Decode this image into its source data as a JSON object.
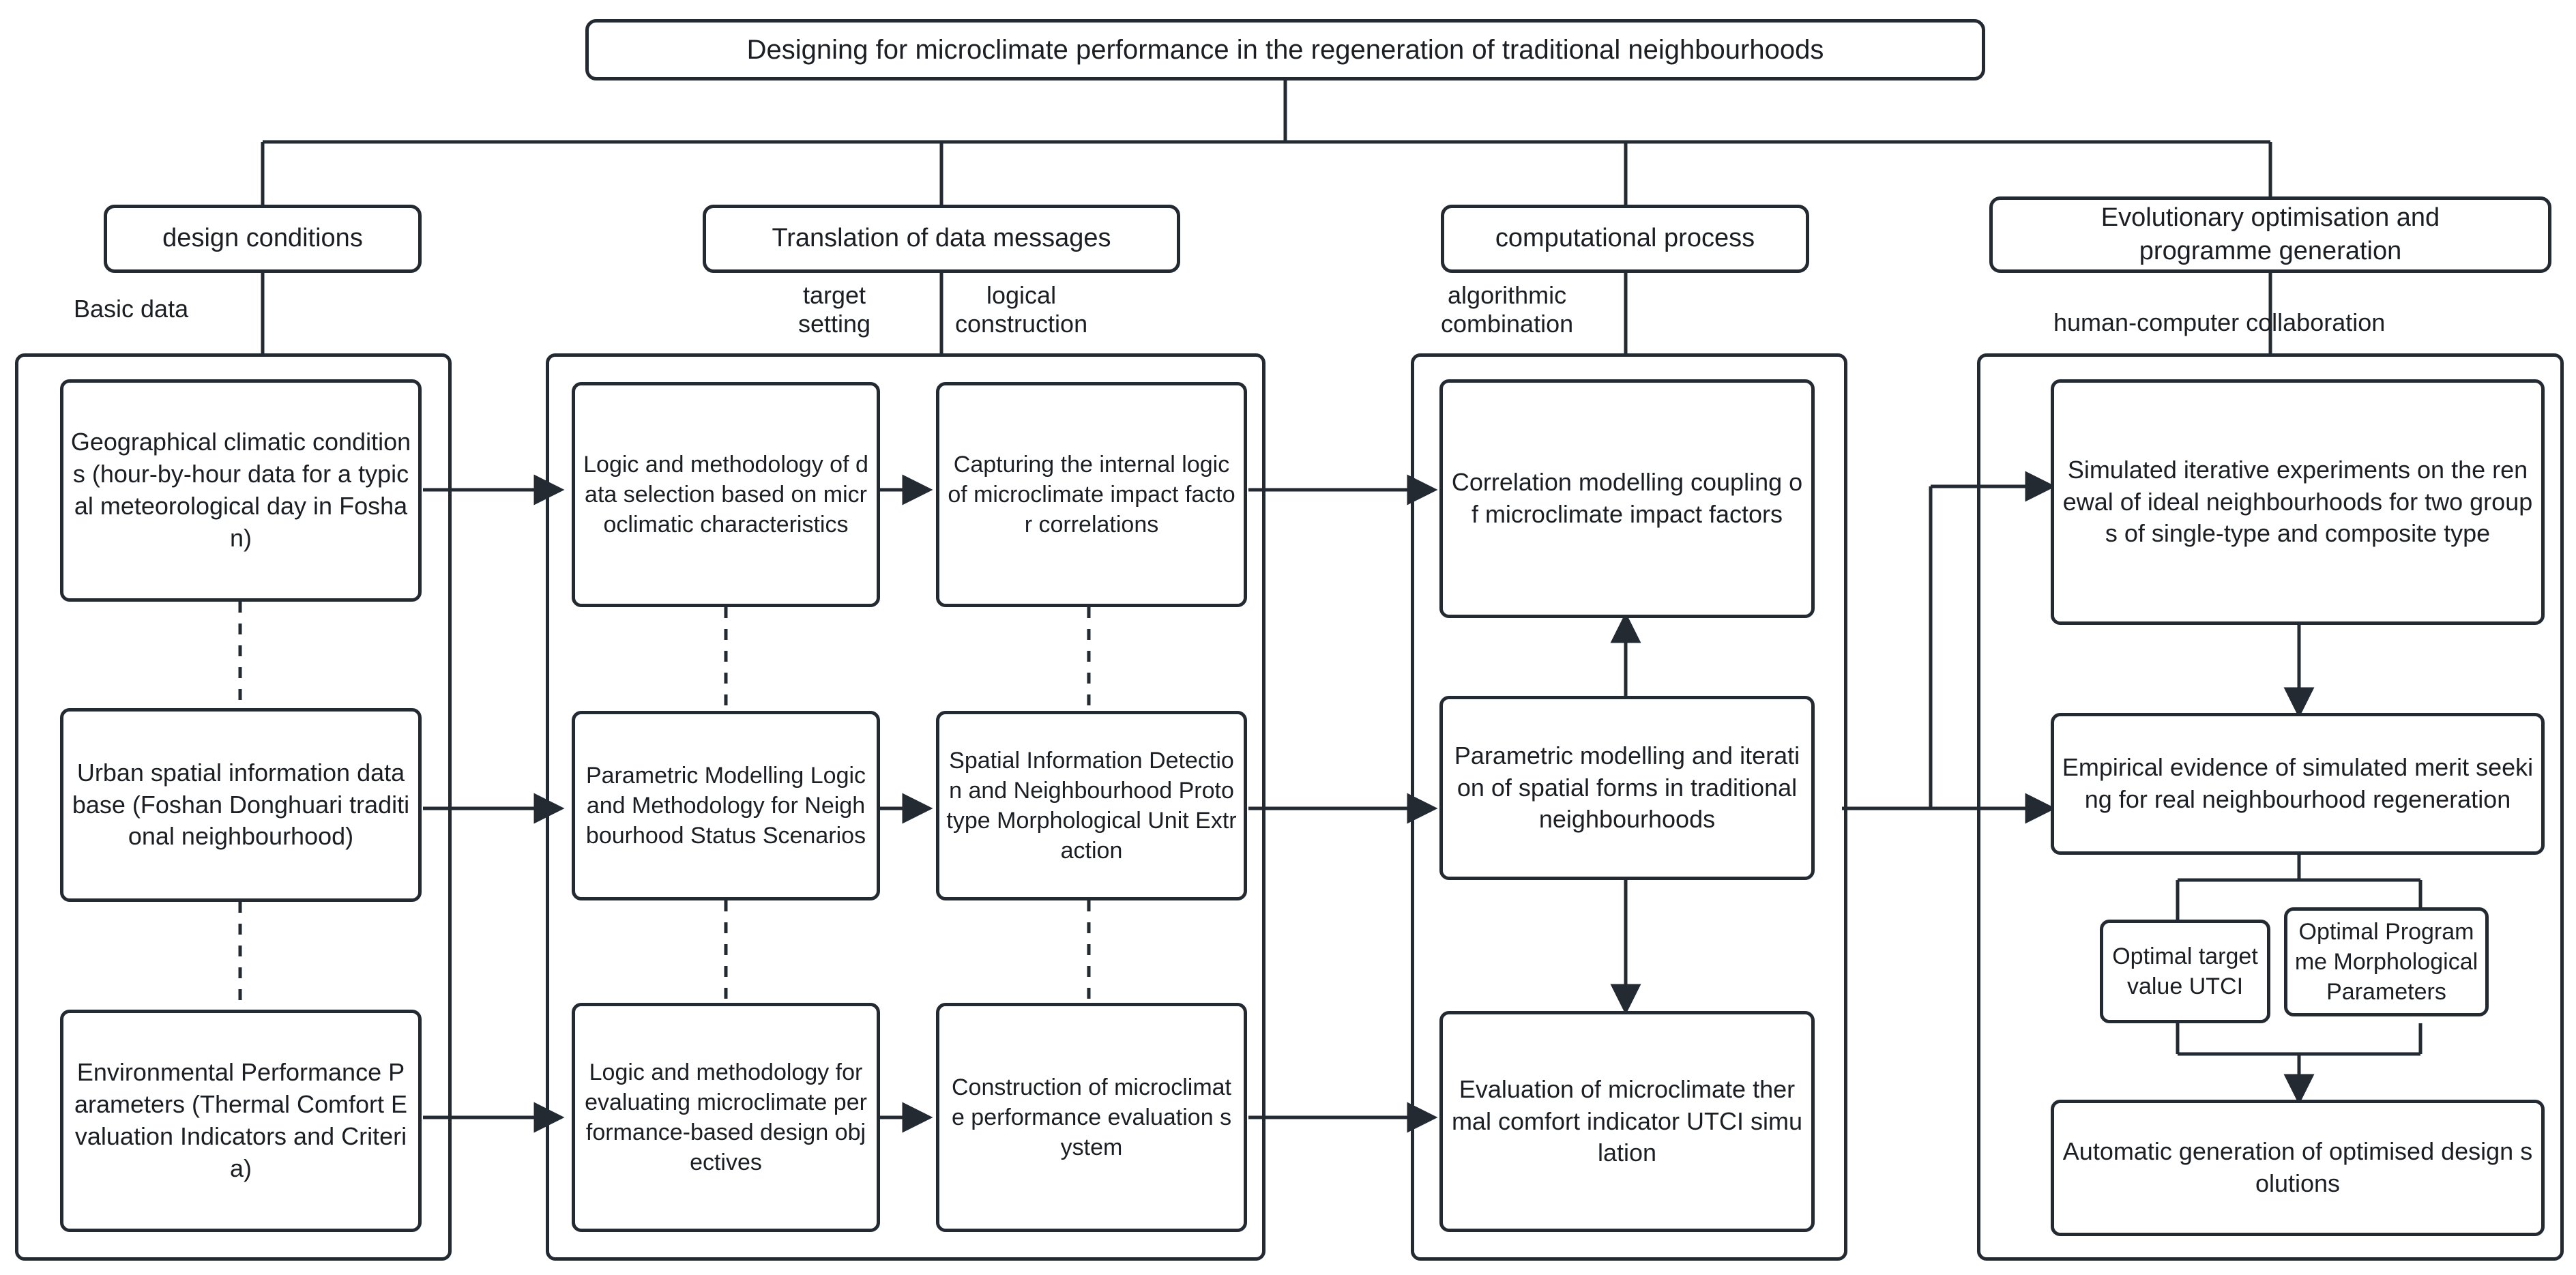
{
  "diagram": {
    "title": "Designing for microclimate performance in the regeneration of traditional neighbourhoods",
    "type": "flowchart",
    "accent_color": "#232a31",
    "background_color": "#ffffff"
  },
  "columns": [
    {
      "header": "design conditions",
      "captions": [
        "Basic data"
      ],
      "nodes": [
        "Geographical climatic conditions (hour-by-hour data for a typical meteorological day in Foshan)",
        "Urban spatial information database (Foshan Donghuari traditional neighbourhood)",
        "Environmental Performance Parameters (Thermal Comfort Evaluation Indicators and Criteria)"
      ]
    },
    {
      "header": "Translation of data messages",
      "captions": [
        "target\nsetting",
        "logical\nconstruction"
      ],
      "caption_left": "target setting",
      "caption_right": "logical construction",
      "nodes_left": [
        "Logic and methodology of data selection based on microclimatic characteristics",
        "Parametric Modelling Logic and Methodology for Neighbourhood Status Scenarios",
        "Logic and methodology for evaluating microclimate performance-based design objectives"
      ],
      "nodes_right": [
        "Capturing the internal logic of microclimate impact factor correlations",
        "Spatial Information Detection and Neighbourhood Prototype Morphological Unit Extraction",
        "Construction of microclimate performance evaluation system"
      ]
    },
    {
      "header": "computational process",
      "captions": [
        "algorithmic\ncombination"
      ],
      "caption_text": "algorithmic combination",
      "nodes": [
        "Correlation modelling coupling of microclimate impact factors",
        "Parametric modelling and iteration of spatial forms in traditional neighbourhoods",
        "Evaluation of microclimate thermal comfort indicator UTCI simulation"
      ]
    },
    {
      "header": "Evolutionary optimisation and programme generation",
      "captions": [
        "human-computer collaboration"
      ],
      "nodes": [
        "Simulated iterative experiments on the renewal of ideal neighbourhoods for two groups of single-type and composite type",
        "Empirical evidence of simulated merit seeking for real neighbourhood regeneration",
        "Optimal target value UTCI",
        "Optimal Programme Morphological Parameters",
        "Automatic generation of optimised design solutions"
      ]
    }
  ],
  "headers": {
    "h1": "design conditions",
    "h2": "Translation of data messages",
    "h3": "computational process",
    "h4_line1": "Evolutionary optimisation and",
    "h4_line2": "programme generation"
  },
  "captions": {
    "c1": "Basic data",
    "c2a_line1": "target",
    "c2a_line2": "setting",
    "c2b_line1": "logical",
    "c2b_line2": "construction",
    "c3_line1": "algorithmic",
    "c3_line2": "combination",
    "c4": "human-computer collaboration"
  },
  "nodes": {
    "c1r1": "Geographical climatic conditions (hour-by-hour data for a typical meteorological day in Foshan)",
    "c1r2": "Urban spatial information database (Foshan Donghuari traditional neighbourhood)",
    "c1r3": "Environmental Performance Parameters (Thermal Comfort Evaluation Indicators and Criteria)",
    "c2ar1": "Logic and methodology of data selection based on microclimatic characteristics",
    "c2ar2": "Parametric Modelling Logic and Methodology for Neighbourhood Status Scenarios",
    "c2ar3": "Logic and methodology for evaluating microclimate performance-based design objectives",
    "c2br1": "Capturing the internal logic of microclimate impact factor correlations",
    "c2br2": "Spatial Information Detection and Neighbourhood Prototype Morphological Unit Extraction",
    "c2br3": "Construction of microclimate performance evaluation system",
    "c3r1": "Correlation modelling coupling of microclimate impact factors",
    "c3r2": "Parametric modelling and iteration of spatial forms in traditional neighbourhoods",
    "c3r3": "Evaluation of microclimate thermal comfort indicator UTCI simulation",
    "c4r1": "Simulated iterative experiments on the renewal of ideal neighbourhoods for two groups of single-type and composite type",
    "c4r2": "Empirical evidence of simulated merit seeking for real neighbourhood regeneration",
    "c4r3a": "Optimal target value UTCI",
    "c4r3b": "Optimal Programme Morphological Parameters",
    "c4r4": "Automatic generation of optimised design solutions"
  }
}
